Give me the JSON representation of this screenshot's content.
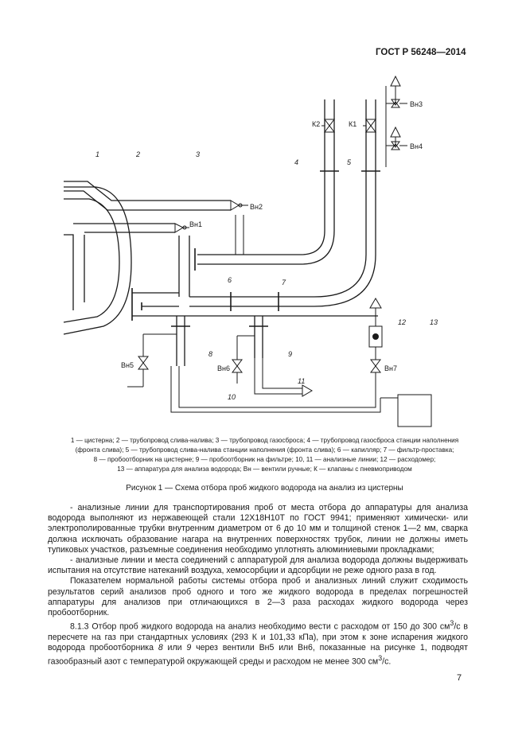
{
  "header": {
    "standard": "ГОСТ Р 56248—2014"
  },
  "figure": {
    "labels": {
      "n1": "1",
      "n2": "2",
      "n3": "3",
      "n4": "4",
      "n5": "5",
      "n6": "6",
      "n7": "7",
      "n8": "8",
      "n9": "9",
      "n10": "10",
      "n11": "11",
      "n12": "12",
      "n13": "13",
      "k1": "К1",
      "k2": "К2",
      "vn1": "Вн1",
      "vn2": "Вн2",
      "vn3": "Вн3",
      "vn4": "Вн4",
      "vn5": "Вн5",
      "vn6": "Вн6",
      "vn7": "Вн7"
    },
    "legend_lines": [
      "1 — цистерна; 2 — трубопровод слива-налива; 3 — трубопровод газосброса; 4 — трубопровод газосброса станции наполнения",
      "(фронта слива); 5 — трубопровод слива-налива станции наполнения (фронта слива); 6 — капилляр; 7 — фильтр-проставка;",
      "8 — пробоотборник на цистерне; 9 — пробоотборник на фильтре; 10, 11 — анализные линии; 12 — расходомер;",
      "13 — аппаратура для анализа водорода; Вн — вентили ручные; К — клапаны с пневмоприводом"
    ],
    "title": "Рисунок 1 — Схема отбора проб жидкого водорода на анализ из цистерны"
  },
  "body": {
    "p1": "- анализные линии для транспортирования проб от места отбора до аппаратуры для анализа водорода выполняют из нержавеющей стали 12Х18Н10Т по ГОСТ 9941; применяют химически- или электрополированные трубки внутренним диаметром от 6 до 10 мм и толщиной стенок 1—2 мм, сварка должна исключать образование нагара на внутренних поверхностях трубок, линии не должны иметь тупиковых участков, разъемные соединения необходимо уплотнять алюминиевыми прокладками;",
    "p2": "- анализные линии и места соединений с аппаратурой для анализа водорода должны выдерживать испытания на отсутствие натеканий воздуха, хемосорбции и адсорбции не реже одного раза в год.",
    "p3": "Показателем нормальной работы системы отбора проб и анализных линий служит сходимость результатов серий анализов проб одного и того же жидкого водорода в пределах погрешностей аппаратуры для анализов при отличающихся в 2—3 раза расходах жидкого водорода через пробоотборник.",
    "p4a": "8.1.3 Отбор проб жидкого водорода на анализ необходимо вести с расходом от 150 до 300 см",
    "p4b": "/с в пересчете на газ при стандартных условиях (293 К и 101,33 кПа), при этом к зоне испарения жидкого водорода пробоотборника ",
    "p4c": "8",
    "p4d": " или ",
    "p4e": "9",
    "p4f": " через вентили Вн5 или Вн6, показанные на рисунке 1, подводят газообразный азот с температурой окружающей среды и расходом не менее 300 см",
    "p4g": "/с.",
    "sup": "3"
  },
  "page_number": "7"
}
